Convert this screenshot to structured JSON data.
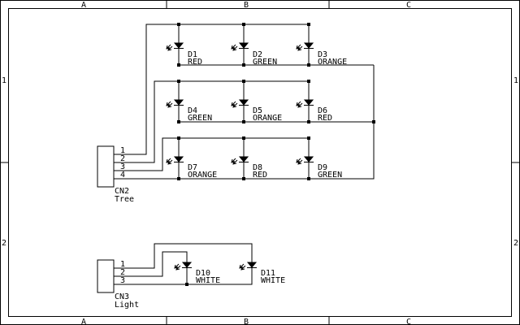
{
  "frame": {
    "column_labels": [
      "A",
      "B",
      "C"
    ],
    "row_labels": [
      "1",
      "2"
    ]
  },
  "connectors": [
    {
      "ref": "CN2",
      "value": "Tree",
      "pins": [
        "1",
        "2",
        "3",
        "4"
      ]
    },
    {
      "ref": "CN3",
      "value": "Light",
      "pins": [
        "1",
        "2",
        "3"
      ]
    }
  ],
  "leds": [
    {
      "ref": "D1",
      "color": "RED"
    },
    {
      "ref": "D2",
      "color": "GREEN"
    },
    {
      "ref": "D3",
      "color": "ORANGE"
    },
    {
      "ref": "D4",
      "color": "GREEN"
    },
    {
      "ref": "D5",
      "color": "ORANGE"
    },
    {
      "ref": "D6",
      "color": "RED"
    },
    {
      "ref": "D7",
      "color": "ORANGE"
    },
    {
      "ref": "D8",
      "color": "RED"
    },
    {
      "ref": "D9",
      "color": "GREEN"
    },
    {
      "ref": "D10",
      "color": "WHITE"
    },
    {
      "ref": "D11",
      "color": "WHITE"
    }
  ]
}
